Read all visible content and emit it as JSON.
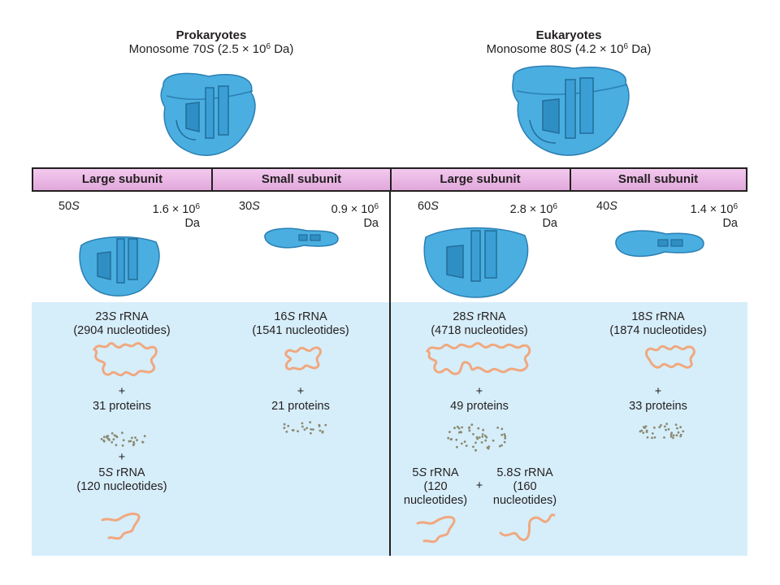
{
  "prokaryotes": {
    "title": "Prokaryotes",
    "monosome_prefix": "Monosome 70",
    "monosome_s": "S",
    "monosome_mid": " (2.5 × 10",
    "monosome_exp": "6",
    "monosome_suffix": " Da)",
    "large": {
      "header": "Large subunit",
      "s_num": "50",
      "s_unit": "S",
      "mass_base": "1.6 × 10",
      "mass_exp": "6",
      "mass_unit": "Da",
      "rrna_num": "23",
      "rrna_unit": "S",
      "rrna_label": " rRNA",
      "rrna_nucleotides": "(2904 nucleotides)",
      "plus1": "+",
      "proteins": "31 proteins",
      "plus2": "+",
      "small_rrna_num": "5",
      "small_rrna_unit": "S",
      "small_rrna_label": " rRNA",
      "small_rrna_nucleotides": "(120 nucleotides)"
    },
    "small": {
      "header": "Small subunit",
      "s_num": "30",
      "s_unit": "S",
      "mass_base": "0.9 × 10",
      "mass_exp": "6",
      "mass_unit": "Da",
      "rrna_num": "16",
      "rrna_unit": "S",
      "rrna_label": " rRNA",
      "rrna_nucleotides": "(1541 nucleotides)",
      "plus1": "+",
      "proteins": "21 proteins"
    }
  },
  "eukaryotes": {
    "title": "Eukaryotes",
    "monosome_prefix": "Monosome 80",
    "monosome_s": "S",
    "monosome_mid": " (4.2 × 10",
    "monosome_exp": "6",
    "monosome_suffix": " Da)",
    "large": {
      "header": "Large subunit",
      "s_num": "60",
      "s_unit": "S",
      "mass_base": "2.8 × 10",
      "mass_exp": "6",
      "mass_unit": "Da",
      "rrna_num": "28",
      "rrna_unit": "S",
      "rrna_label": " rRNA",
      "rrna_nucleotides": "(4718 nucleotides)",
      "plus1": "+",
      "proteins": "49 proteins",
      "five_num": "5",
      "five_unit": "S",
      "five_label": " rRNA",
      "five_line2": "(120",
      "five_line3": "nucleotides)",
      "plus_mid": "+",
      "five8_num": "5.8",
      "five8_unit": "S",
      "five8_label": " rRNA",
      "five8_line2": "(160",
      "five8_line3": "nucleotides)"
    },
    "small": {
      "header": "Small subunit",
      "s_num": "40",
      "s_unit": "S",
      "mass_base": "1.4 × 10",
      "mass_exp": "6",
      "mass_unit": "Da",
      "rrna_num": "18",
      "rrna_unit": "S",
      "rrna_label": " rRNA",
      "rrna_nucleotides": "(1874 nucleotides)",
      "plus1": "+",
      "proteins": "33 proteins"
    }
  },
  "colors": {
    "ribosome": "#4aaee0",
    "ribosome_dark": "#2b7fb3",
    "rrna": "#f0a880",
    "protein_dot": "#8a8a70",
    "band": "#e8b4e3",
    "panel": "#d6eefa"
  },
  "icons": {
    "ribosome": "ribosome-shape",
    "rrna": "rrna-strand",
    "proteins": "protein-dots"
  }
}
